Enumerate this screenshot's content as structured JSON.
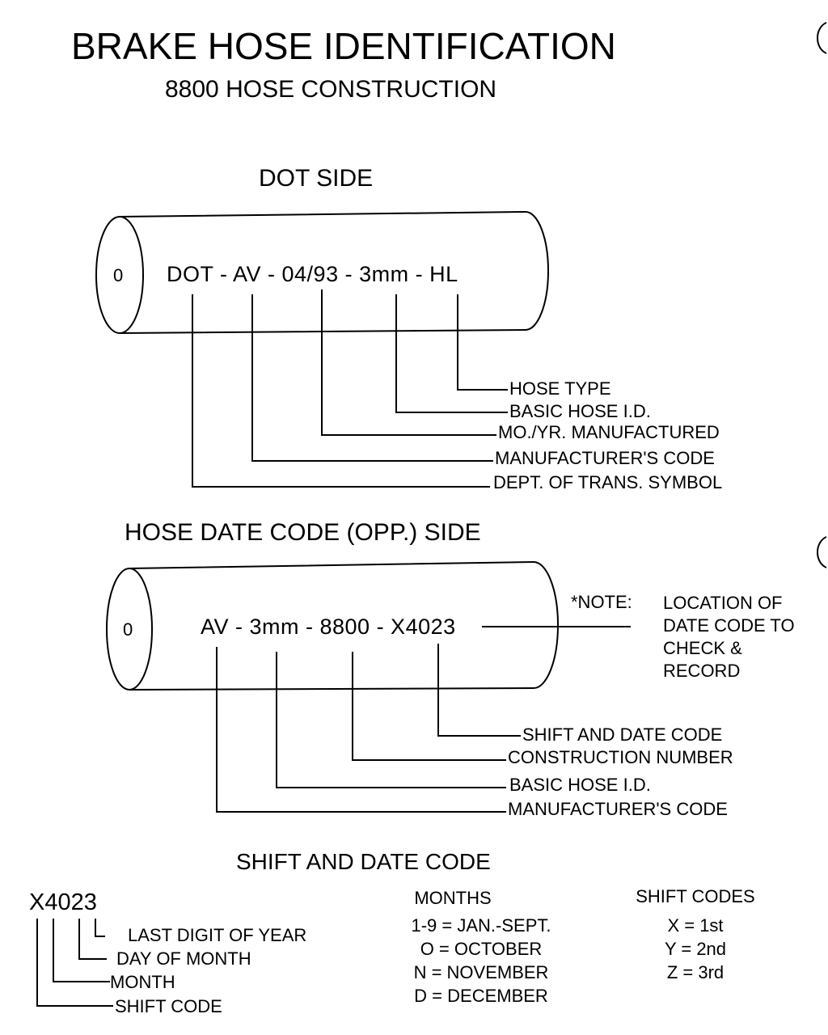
{
  "title": "BRAKE HOSE IDENTIFICATION",
  "subtitle": "8800 HOSE CONSTRUCTION",
  "dot_side": {
    "heading": "DOT SIDE",
    "end_mark": "0",
    "code": "DOT - AV - 04/93 - 3mm - HL",
    "labels": [
      "HOSE TYPE",
      "BASIC HOSE I.D.",
      "MO./YR. MANUFACTURED",
      "MANUFACTURER'S CODE",
      "DEPT. OF TRANS. SYMBOL"
    ]
  },
  "date_side": {
    "heading": "HOSE DATE CODE (OPP.) SIDE",
    "end_mark": "0",
    "code": "AV - 3mm - 8800 - X4023",
    "note_prefix": "*NOTE:",
    "note_text": "LOCATION OF DATE CODE TO CHECK & RECORD",
    "labels": [
      "SHIFT AND DATE CODE",
      "CONSTRUCTION NUMBER",
      "BASIC HOSE I.D.",
      "MANUFACTURER'S CODE"
    ]
  },
  "shift_date": {
    "heading": "SHIFT AND DATE CODE",
    "example": "X4023",
    "labels": [
      "LAST DIGIT OF YEAR",
      "DAY OF MONTH",
      "MONTH",
      "SHIFT CODE"
    ],
    "months": {
      "heading": "MONTHS",
      "items": [
        "1-9 = JAN.-SEPT.",
        "O = OCTOBER",
        "N = NOVEMBER",
        "D = DECEMBER"
      ]
    },
    "shift_codes": {
      "heading": "SHIFT CODES",
      "items": [
        "X = 1st",
        "Y = 2nd",
        "Z = 3rd"
      ]
    }
  }
}
